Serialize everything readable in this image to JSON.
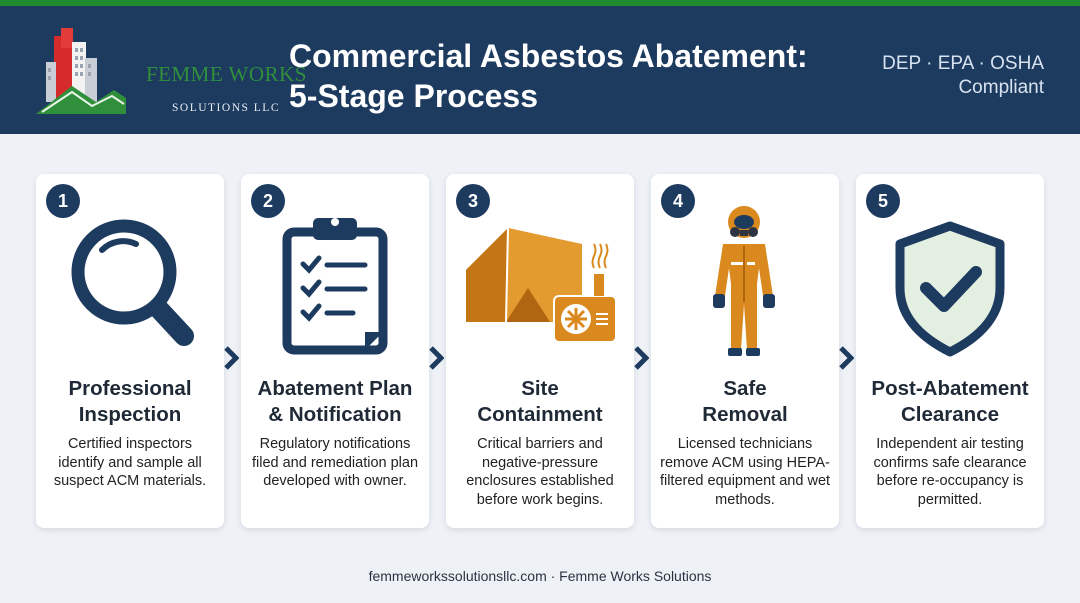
{
  "header": {
    "logo": {
      "name": "FEMME WORKS",
      "tagline": "SOLUTIONS LLC"
    },
    "title_line1": "Commercial Asbestos Abatement:",
    "title_line2": "5-Stage Process",
    "compliance_line1": "DEP · EPA · OSHA",
    "compliance_line2": "Compliant"
  },
  "colors": {
    "header_bg": "#1d3a5f",
    "accent_green": "#1f8a2e",
    "accent_orange": "#d9891e",
    "navy": "#1d3a5f"
  },
  "stages": [
    {
      "number": "1",
      "icon": "magnifying-glass-icon",
      "title_line1": "Professional",
      "title_line2": "Inspection",
      "description": "Certified inspectors identify and sample all suspect ACM materials."
    },
    {
      "number": "2",
      "icon": "clipboard-checklist-icon",
      "title_line1": "Abatement Plan",
      "title_line2": "& Notification",
      "description": "Regulatory notifications filed and remediation plan developed with owner."
    },
    {
      "number": "3",
      "icon": "containment-tent-icon",
      "title_line1": "Site",
      "title_line2": "Containment",
      "description": "Critical barriers and negative-pressure enclosures established before work begins."
    },
    {
      "number": "4",
      "icon": "hazmat-suit-icon",
      "title_line1": "Safe",
      "title_line2": "Removal",
      "description": "Licensed technicians remove ACM using HEPA-filtered equipment and wet methods."
    },
    {
      "number": "5",
      "icon": "shield-check-icon",
      "title_line1": "Post-Abatement",
      "title_line2": "Clearance",
      "description": "Independent air testing confirms safe clearance before re-occupancy is permitted."
    }
  ],
  "footer": {
    "text": "femmeworkssolutionsllc.com · Femme Works Solutions"
  }
}
